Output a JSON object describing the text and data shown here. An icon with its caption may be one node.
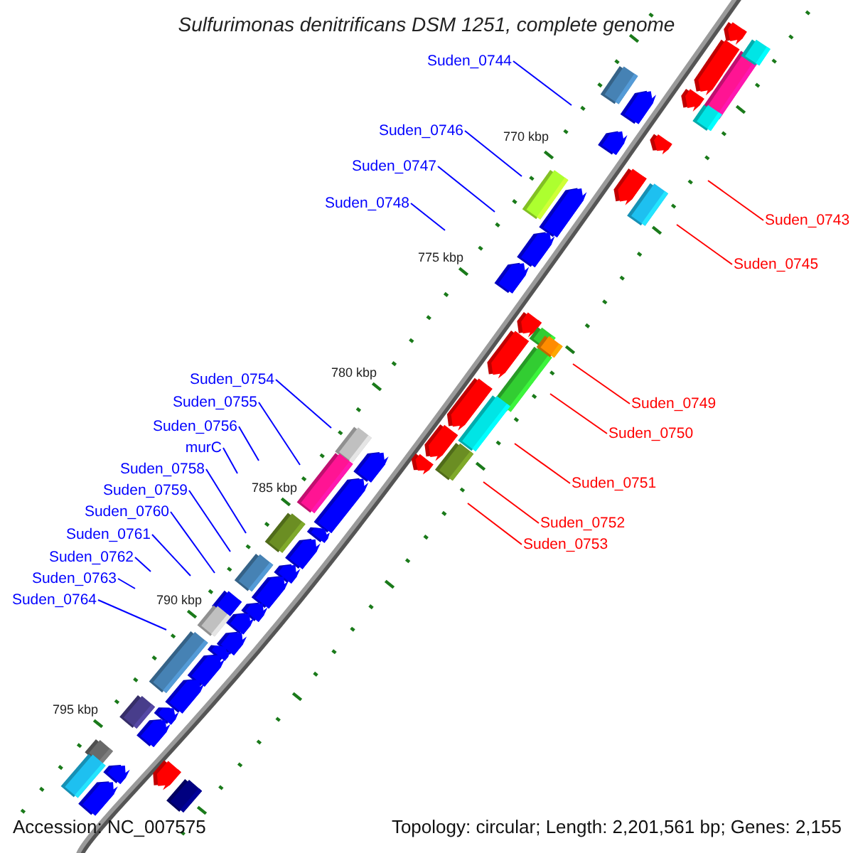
{
  "diagram": {
    "title": "Sulfurimonas denitrificans DSM 1251, complete genome",
    "nodes": [
      {
        "text": [
          "Suden_0744"
        ]
      },
      {
        "text": [
          "Suden_0746"
        ]
      },
      {
        "text": [
          "Suden_0747"
        ]
      },
      {
        "text": [
          "Suden_0748"
        ]
      },
      {
        "text": [
          "Suden_0743"
        ]
      },
      {
        "text": [
          "Suden_0745"
        ]
      },
      {
        "text": [
          "Suden_0754"
        ]
      },
      {
        "text": [
          "Suden_0755"
        ]
      },
      {
        "text": [
          "Suden_0756"
        ]
      },
      {
        "text": [
          "murC"
        ]
      },
      {
        "text": [
          "Suden_0758"
        ]
      },
      {
        "text": [
          "Suden_0759"
        ]
      },
      {
        "text": [
          "Suden_0760"
        ]
      },
      {
        "text": [
          "Suden_0761"
        ]
      },
      {
        "text": [
          "Suden_0762"
        ]
      },
      {
        "text": [
          "Suden_0763"
        ]
      },
      {
        "text": [
          "Suden_0764"
        ]
      },
      {
        "text": [
          "Suden_0749"
        ]
      },
      {
        "text": [
          "Suden_0750"
        ]
      },
      {
        "text": [
          "Suden_0751"
        ]
      },
      {
        "text": [
          "Suden_0752"
        ]
      },
      {
        "text": [
          "Suden_0753"
        ]
      }
    ],
    "edges": [
      {
        "from": 0,
        "to": null,
        "arrow": "none"
      },
      {
        "from": 1,
        "to": null,
        "arrow": "none"
      },
      {
        "from": 2,
        "to": null,
        "arrow": "none"
      },
      {
        "from": 3,
        "to": null,
        "arrow": "none"
      },
      {
        "from": 4,
        "to": null,
        "arrow": "none",
        "color": "#ff0000"
      },
      {
        "from": 5,
        "to": null,
        "arrow": "none",
        "color": "#ff0000"
      },
      {
        "from": 6,
        "to": null,
        "arrow": "none"
      },
      {
        "from": 7,
        "to": null,
        "arrow": "none"
      },
      {
        "from": 8,
        "to": null,
        "arrow": "none"
      },
      {
        "from": 9,
        "to": null,
        "arrow": "none"
      },
      {
        "from": 10,
        "to": null,
        "arrow": "none"
      },
      {
        "from": 11,
        "to": null,
        "arrow": "none"
      },
      {
        "from": 12,
        "to": null,
        "arrow": "none"
      },
      {
        "from": 13,
        "to": null,
        "arrow": "none"
      },
      {
        "from": 14,
        "to": null,
        "arrow": "none"
      },
      {
        "from": 15,
        "to": null,
        "arrow": "none"
      },
      {
        "from": 16,
        "to": null,
        "arrow": "none"
      },
      {
        "from": 17,
        "to": null,
        "arrow": "none",
        "color": "#ff0000"
      },
      {
        "from": 18,
        "to": null,
        "arrow": "none",
        "color": "#ff0000"
      },
      {
        "from": 19,
        "to": null,
        "arrow": "none",
        "color": "#ff0000"
      },
      {
        "from": 20,
        "to": null,
        "arrow": "none",
        "color": "#ff0000"
      },
      {
        "from": 21,
        "to": null,
        "arrow": "none",
        "color": "#ff0000"
      }
    ],
    "labels": [
      "770 kbp",
      "775 kbp",
      "780 kbp",
      "785 kbp",
      "790 kbp",
      "795 kbp",
      "Accession: NC_007575",
      "Topology: circular; Length: 2,201,561 bp; Genes: 2,155"
    ]
  }
}
